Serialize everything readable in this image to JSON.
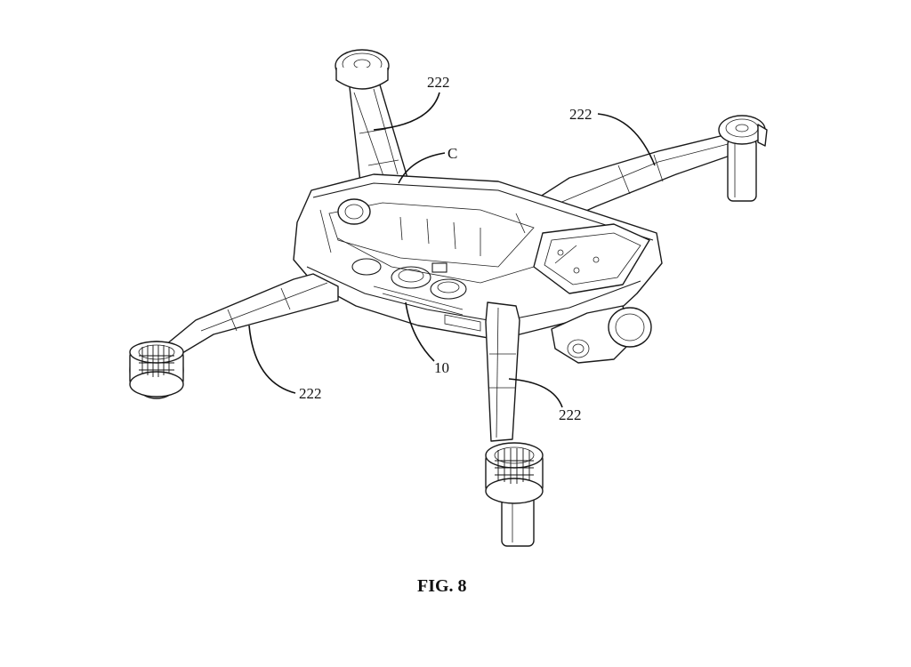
{
  "figure": {
    "caption": "FIG. 8",
    "labels": {
      "arm_top_left": "222",
      "arm_top_right": "222",
      "arm_bottom_left": "222",
      "arm_bottom_right": "222",
      "detail": "C",
      "body": "10"
    }
  },
  "colors": {
    "ink": "#111111",
    "paper": "#ffffff"
  }
}
